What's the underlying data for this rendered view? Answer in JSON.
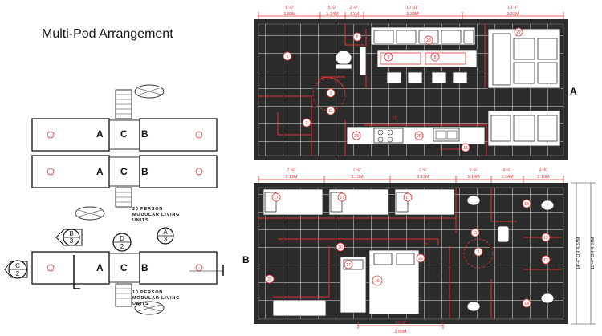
{
  "title": "Multi-Pod Arrangement",
  "colors": {
    "wall": "#2b2b2b",
    "red": "#e03232",
    "grid": "#e4e4e4",
    "ink": "#111111"
  },
  "pod_arrangement": {
    "upper_labels": [
      "A",
      "C",
      "B",
      "A",
      "C",
      "B"
    ],
    "lower_labels": [
      "A",
      "C",
      "B"
    ],
    "note_20": [
      "20 PERSON",
      "MODULAR LIVING",
      "UNITS"
    ],
    "note_10": [
      "10 PERSON",
      "MODULAR LIVING",
      "UNITS"
    ],
    "section_markers": [
      {
        "top": "C",
        "bottom": "2"
      },
      {
        "top": "B",
        "bottom": "3"
      },
      {
        "top": "D",
        "bottom": "2"
      },
      {
        "top": "A",
        "bottom": "3"
      }
    ]
  },
  "plan_a": {
    "label": "A",
    "dimensions": [
      {
        "ft": "6'-0\"",
        "m": "1.83M"
      },
      {
        "ft": "5'-0\"",
        "m": "1.14M"
      },
      {
        "ft": "2'-0\"",
        "m": ".61M"
      },
      {
        "ft": "10'-11\"",
        "m": "3.33M"
      },
      {
        "ft": "10'-7\"",
        "m": "3.23M"
      }
    ],
    "tags": [
      "6",
      "5",
      "22",
      "28",
      "8",
      "8",
      "3",
      "11",
      "2",
      "29",
      "21",
      "20",
      "15"
    ]
  },
  "plan_b": {
    "label": "B",
    "dimensions": [
      {
        "ft": "7'-0\"",
        "m": "2.13M"
      },
      {
        "ft": "7'-0\"",
        "m": "2.13M"
      },
      {
        "ft": "7'-0\"",
        "m": "2.13M"
      },
      {
        "ft": "5'-0\"",
        "m": "1.14M"
      },
      {
        "ft": "5'-0\"",
        "m": "1.14M"
      },
      {
        "ft": "3'-6\"",
        "m": "1.10M"
      }
    ],
    "bottom_dimension": {
      "ft": "10'-0\"",
      "m": "3.05M"
    },
    "side_dimensions": [
      "14'-4\" OR 4.37M",
      "15'-4\" OR 4.67M"
    ],
    "tags": [
      "17",
      "17",
      "17",
      "17",
      "18",
      "12",
      "12",
      "18",
      "11",
      "26",
      "26",
      "5",
      "16",
      "27",
      "23"
    ]
  }
}
